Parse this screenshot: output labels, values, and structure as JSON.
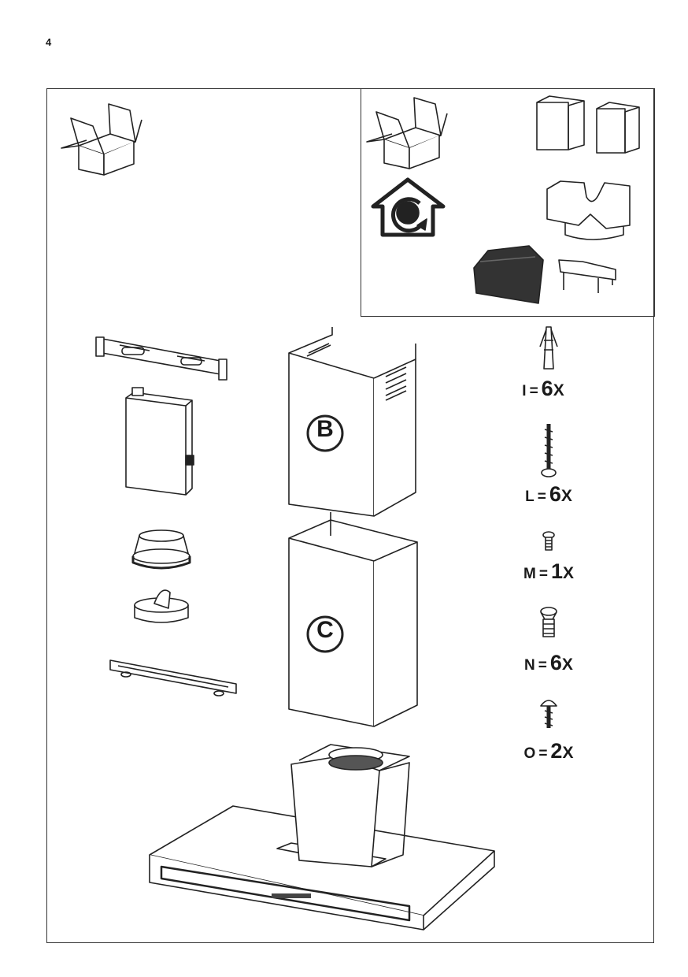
{
  "page": {
    "number": "4"
  },
  "chimney_labels": {
    "upper": "B",
    "lower": "C"
  },
  "hardware": [
    {
      "letter": "I",
      "equals": "=",
      "qty": "6",
      "unit": "X",
      "icon": "wall-plug-icon"
    },
    {
      "letter": "L",
      "equals": "=",
      "qty": "6",
      "unit": "X",
      "icon": "long-screw-icon"
    },
    {
      "letter": "M",
      "equals": "=",
      "qty": "1",
      "unit": "X",
      "icon": "short-screw-icon"
    },
    {
      "letter": "N",
      "equals": "=",
      "qty": "6",
      "unit": "X",
      "icon": "countersunk-screw-icon"
    },
    {
      "letter": "O",
      "equals": "=",
      "qty": "2",
      "unit": "X",
      "icon": "round-head-screw-icon"
    }
  ]
}
